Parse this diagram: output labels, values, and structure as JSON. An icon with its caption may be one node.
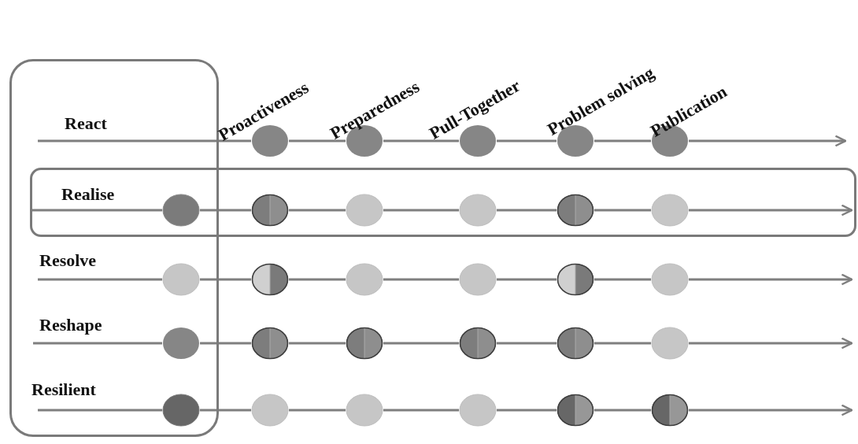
{
  "diagram": {
    "nodes": [
      {
        "text": [],
        "shape": "box"
      },
      {
        "text": [],
        "shape": "box"
      },
      {
        "text": [],
        "shape": "circle"
      },
      {
        "text": [],
        "shape": "circle"
      },
      {
        "text": [],
        "shape": "circle"
      },
      {
        "text": [],
        "shape": "circle"
      },
      {
        "text": [],
        "shape": "circle"
      },
      {
        "text": [],
        "shape": "circle"
      },
      {
        "text": [],
        "shape": "circle",
        "in": 1
      },
      {
        "text": [],
        "shape": "circle",
        "in": 1
      },
      {
        "text": [],
        "shape": "circle",
        "in": 1
      },
      {
        "text": [],
        "shape": "circle",
        "in": 1
      },
      {
        "text": [],
        "shape": "circle",
        "in": 1
      },
      {
        "text": [],
        "shape": "circle",
        "in": 0
      },
      {
        "text": [],
        "shape": "circle"
      },
      {
        "text": [],
        "shape": "circle"
      },
      {
        "text": [],
        "shape": "circle"
      },
      {
        "text": [],
        "shape": "circle"
      },
      {
        "text": [],
        "shape": "circle"
      },
      {
        "text": [],
        "shape": "circle",
        "in": 0
      },
      {
        "text": [],
        "shape": "circle"
      },
      {
        "text": [],
        "shape": "circle"
      },
      {
        "text": [],
        "shape": "circle"
      },
      {
        "text": [],
        "shape": "circle"
      },
      {
        "text": [],
        "shape": "circle"
      },
      {
        "text": [],
        "shape": "circle",
        "in": 0
      },
      {
        "text": [],
        "shape": "circle"
      },
      {
        "text": [],
        "shape": "circle"
      },
      {
        "text": [],
        "shape": "circle"
      },
      {
        "text": [],
        "shape": "circle"
      },
      {
        "text": [],
        "shape": "circle"
      }
    ],
    "edges": [
      {
        "from": null,
        "to": 2,
        "arrow": "none"
      },
      {
        "from": 2,
        "to": 3,
        "arrow": "none"
      },
      {
        "from": 3,
        "to": 4,
        "arrow": "none"
      },
      {
        "from": 4,
        "to": 5,
        "arrow": "none"
      },
      {
        "from": 5,
        "to": 6,
        "arrow": "none"
      },
      {
        "from": 6,
        "to": null,
        "arrow": "to"
      },
      {
        "from": 1,
        "to": 7,
        "arrow": "none"
      },
      {
        "from": 7,
        "to": 8,
        "arrow": "none"
      },
      {
        "from": 8,
        "to": 9,
        "arrow": "none"
      },
      {
        "from": 9,
        "to": 10,
        "arrow": "none"
      },
      {
        "from": 10,
        "to": 11,
        "arrow": "none"
      },
      {
        "from": 11,
        "to": 12,
        "arrow": "none"
      },
      {
        "from": 12,
        "to": null,
        "arrow": "to"
      },
      {
        "from": null,
        "to": 13,
        "arrow": "none"
      },
      {
        "from": 13,
        "to": 14,
        "arrow": "none"
      },
      {
        "from": 14,
        "to": 15,
        "arrow": "none"
      },
      {
        "from": 15,
        "to": 16,
        "arrow": "none"
      },
      {
        "from": 16,
        "to": 17,
        "arrow": "none"
      },
      {
        "from": 17,
        "to": 18,
        "arrow": "none"
      },
      {
        "from": 18,
        "to": null,
        "arrow": "to"
      },
      {
        "from": null,
        "to": 19,
        "arrow": "none"
      },
      {
        "from": 19,
        "to": 20,
        "arrow": "none"
      },
      {
        "from": 20,
        "to": 21,
        "arrow": "none"
      },
      {
        "from": 21,
        "to": 22,
        "arrow": "none"
      },
      {
        "from": 22,
        "to": 23,
        "arrow": "none"
      },
      {
        "from": 23,
        "to": 24,
        "arrow": "none"
      },
      {
        "from": 24,
        "to": null,
        "arrow": "to"
      },
      {
        "from": null,
        "to": 25,
        "arrow": "none"
      },
      {
        "from": 25,
        "to": 26,
        "arrow": "none"
      },
      {
        "from": 26,
        "to": 27,
        "arrow": "none"
      },
      {
        "from": 27,
        "to": 28,
        "arrow": "none"
      },
      {
        "from": 28,
        "to": 29,
        "arrow": "none"
      },
      {
        "from": 29,
        "to": 30,
        "arrow": "none"
      },
      {
        "from": 30,
        "to": null,
        "arrow": "to"
      }
    ],
    "labels": [
      "Proactiveness",
      "Preparedness",
      "Pull-Together",
      "Problem solving",
      "Publication",
      "React",
      "Realise",
      "Resolve",
      "Reshape",
      "Resilient"
    ]
  }
}
